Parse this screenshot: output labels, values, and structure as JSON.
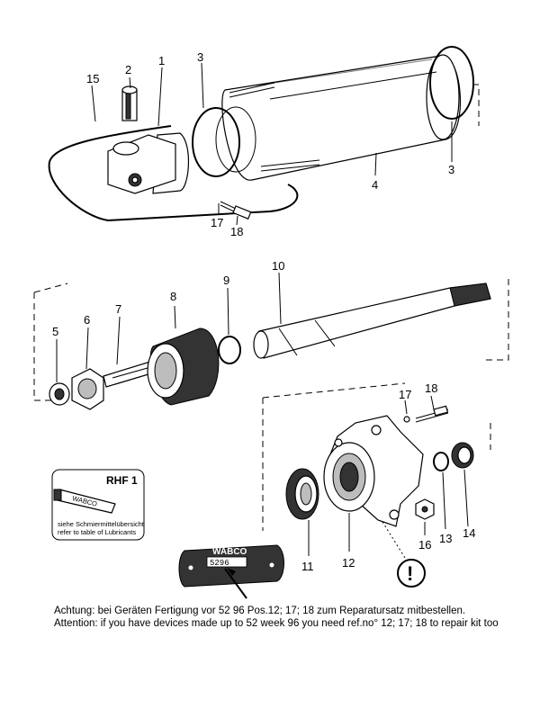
{
  "labels": {
    "p1": "1",
    "p2": "2",
    "p3a": "3",
    "p3b": "3",
    "p4": "4",
    "p15": "15",
    "p17a": "17",
    "p18a": "18",
    "p5": "5",
    "p6": "6",
    "p7": "7",
    "p8": "8",
    "p9": "9",
    "p10": "10",
    "p17b": "17",
    "p18b": "18",
    "p11": "11",
    "p12": "12",
    "p13": "13",
    "p14": "14",
    "p16": "16"
  },
  "lubricant_box": {
    "title": "RHF 1",
    "tube_brand": "WABCO",
    "caption_de": "siehe Schmiermittelübersicht",
    "caption_en": "refer to table of Lubricants"
  },
  "nameplate": {
    "brand": "WABCO",
    "number": "5296"
  },
  "warning_symbol": "!",
  "notes": {
    "de": "Achtung: bei Geräten Fertigung vor 52 96 Pos.12; 17; 18 zum Reparatursatz mitbestellen.",
    "en": "Attention: if you have devices made up to 52 week 96 you need ref.no° 12; 17; 18 to repair kit too"
  }
}
